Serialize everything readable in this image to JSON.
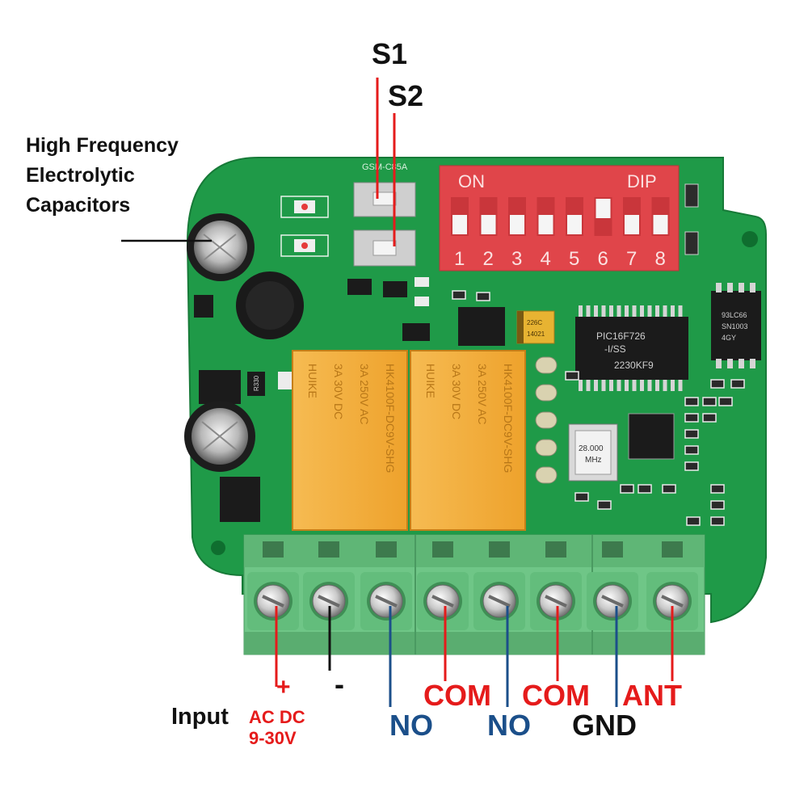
{
  "callouts": {
    "capacitors": [
      "High Frequency",
      "Electrolytic",
      "Capacitors"
    ],
    "s1": "S1",
    "s2": "S2"
  },
  "board": {
    "model": "GSM-C85A",
    "dip_on": "ON",
    "dip_label": "DIP",
    "dip_numbers": [
      "1",
      "2",
      "3",
      "4",
      "5",
      "6",
      "7",
      "8"
    ],
    "chip_main": [
      "PIC16F726",
      "-I/SS",
      "2230KF9"
    ],
    "chip_eeprom": [
      "93LC66",
      "SN1003",
      "4GY"
    ],
    "crystal": [
      "28.000",
      "MHz"
    ],
    "tantalum": [
      "226C",
      "14021"
    ],
    "resistor": "R330",
    "relay_text": [
      "HK4100F-DC9V-SHG",
      "3A 250V AC",
      "3A 30V DC",
      "HUIKE"
    ]
  },
  "terminals": {
    "plus": "+",
    "minus": "-",
    "input": "Input",
    "acdc": "AC DC",
    "voltage": "9-30V",
    "no1": "NO",
    "com1": "COM",
    "no2": "NO",
    "com2": "COM",
    "gnd": "GND",
    "ant": "ANT"
  },
  "colors": {
    "pcb": "#1f9a48",
    "terminal_block": "#6fc687",
    "relay": "#f3ad3a",
    "dip": "#e0454a",
    "wire_red": "#e51b1b",
    "wire_blue": "#1b4f8a",
    "wire_black": "#111111"
  }
}
